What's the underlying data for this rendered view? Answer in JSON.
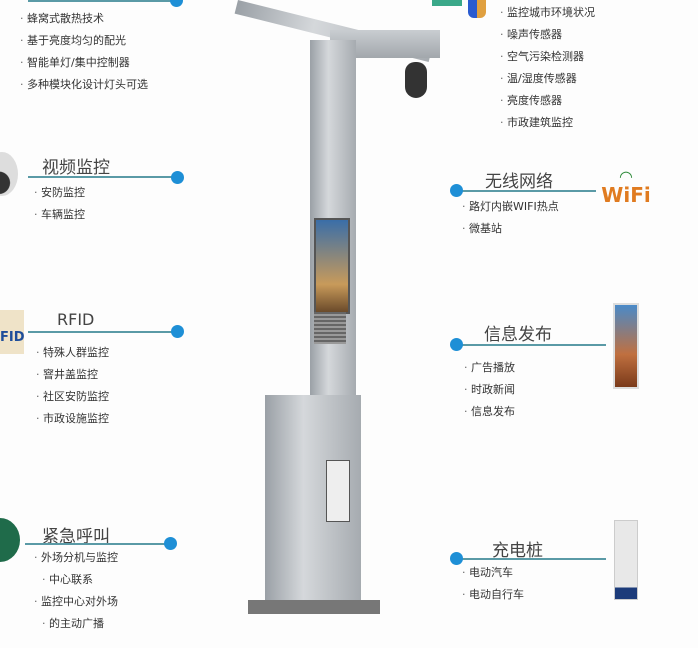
{
  "sections": {
    "lighting": {
      "items": [
        "蜂窝式散热技术",
        "基于亮度均匀的配光",
        "智能单灯/集中控制器",
        "多种模块化设计灯头可选"
      ]
    },
    "video": {
      "title": "视频监控",
      "items": [
        "安防监控",
        "车辆监控"
      ]
    },
    "rfid": {
      "title": "RFID",
      "items": [
        "特殊人群监控",
        "窨井盖监控",
        "社区安防监控",
        "市政设施监控"
      ],
      "icon_text": "FID"
    },
    "emergency": {
      "title": "紧急呼叫",
      "items": [
        "外场分机与监控",
        "中心联系",
        "监控中心对外场",
        "的主动广播"
      ]
    },
    "environment": {
      "items": [
        "监控城市环境状况",
        "噪声传感器",
        "空气污染检测器",
        "温/湿度传感器",
        "亮度传感器",
        "市政建筑监控"
      ]
    },
    "wireless": {
      "title": "无线网络",
      "items": [
        "路灯内嵌WIFI热点",
        "微基站"
      ],
      "icon_text": "WiFi"
    },
    "info": {
      "title": "信息发布",
      "items": [
        "广告播放",
        "时政新闻",
        "信息发布"
      ]
    },
    "charging": {
      "title": "充电桩",
      "items": [
        "电动汽车",
        "电动自行车"
      ]
    }
  },
  "colors": {
    "accent_dot": "#1e8fd6",
    "line": "#5a9aa6",
    "wifi_orange": "#e07b20",
    "wifi_green": "#2e8b3a"
  }
}
